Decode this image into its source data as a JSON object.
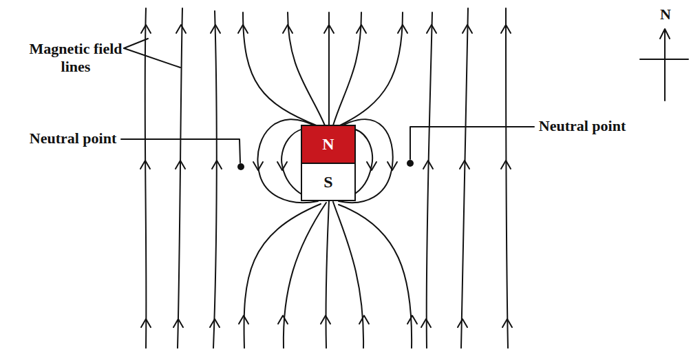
{
  "diagram": {
    "nodes": [
      {
        "text": [
          "N"
        ]
      },
      {
        "text": [
          "S"
        ]
      }
    ],
    "labels": [
      "Magnetic field lines",
      "Neutral point",
      "Neutral point",
      "N"
    ]
  }
}
